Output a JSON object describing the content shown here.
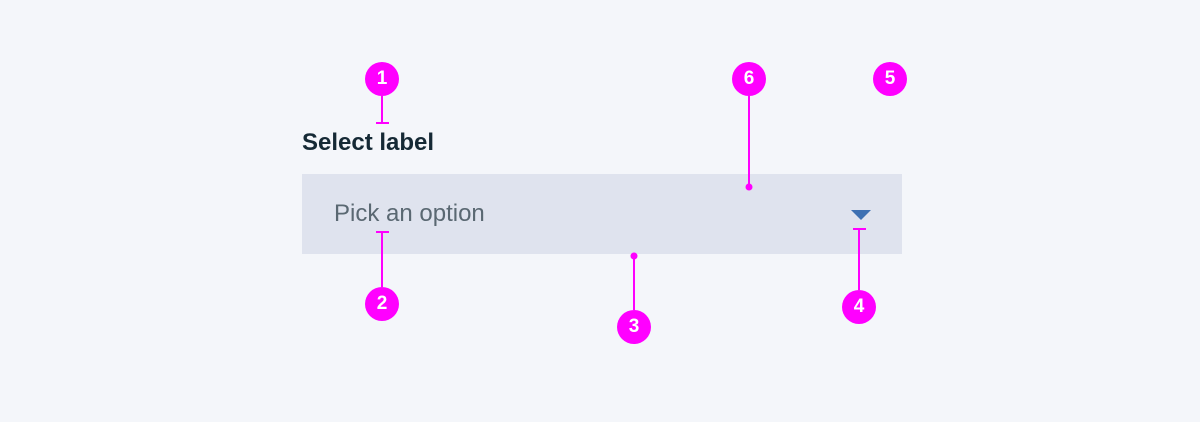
{
  "select": {
    "label": "Select label",
    "placeholder": "Pick an option",
    "arrow_icon": "caret-down-icon"
  },
  "annotations": [
    {
      "number": "1",
      "target": "label"
    },
    {
      "number": "2",
      "target": "placeholder-text"
    },
    {
      "number": "3",
      "target": "field-container"
    },
    {
      "number": "4",
      "target": "dropdown-arrow"
    },
    {
      "number": "5",
      "target": "component"
    },
    {
      "number": "6",
      "target": "field-background"
    }
  ],
  "colors": {
    "background": "#f4f6fa",
    "field": "#dfe3ee",
    "label_text": "#152935",
    "placeholder_text": "#5a6872",
    "arrow": "#3d70b2",
    "annotation": "#ff00ff"
  }
}
